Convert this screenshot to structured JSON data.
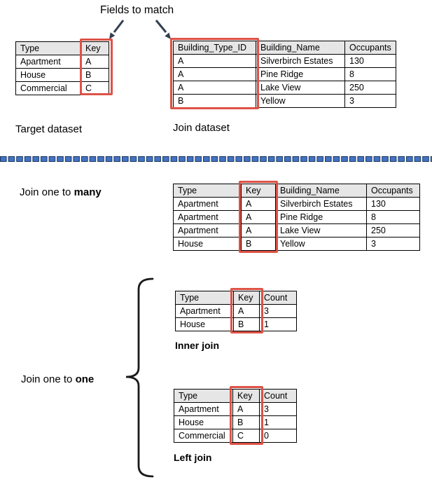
{
  "labels": {
    "fields_to_match": "Fields to match",
    "target_dataset": "Target dataset",
    "join_dataset": "Join dataset",
    "join_one_to_many_prefix": "Join one to ",
    "join_one_to_many_bold": "many",
    "join_one_to_one_prefix": "Join one to ",
    "join_one_to_one_bold": "one",
    "inner_join": "Inner join",
    "left_join": "Left join"
  },
  "tables": {
    "target": {
      "columns": [
        "Type",
        "Key"
      ],
      "rows": [
        [
          "Apartment",
          "A"
        ],
        [
          "House",
          "B"
        ],
        [
          "Commercial",
          "C"
        ]
      ],
      "highlighted_column": "Key"
    },
    "join": {
      "columns": [
        "Building_Type_ID",
        "Building_Name",
        "Occupants"
      ],
      "rows": [
        [
          "A",
          "Silverbirch Estates",
          "130"
        ],
        [
          "A",
          "Pine Ridge",
          "8"
        ],
        [
          "A",
          "Lake View",
          "250"
        ],
        [
          "B",
          "Yellow",
          "3"
        ]
      ],
      "highlighted_column": "Building_Type_ID"
    },
    "one_to_many": {
      "columns": [
        "Type",
        "Key",
        "Building_Name",
        "Occupants"
      ],
      "rows": [
        [
          "Apartment",
          "A",
          "Silverbirch Estates",
          "130"
        ],
        [
          "Apartment",
          "A",
          "Pine Ridge",
          "8"
        ],
        [
          "Apartment",
          "A",
          "Lake View",
          "250"
        ],
        [
          "House",
          "B",
          "Yellow",
          "3"
        ]
      ],
      "highlighted_column": "Key"
    },
    "inner_join": {
      "columns": [
        "Type",
        "Key",
        "Count"
      ],
      "rows": [
        [
          "Apartment",
          "A",
          "3"
        ],
        [
          "House",
          "B",
          "1"
        ]
      ],
      "highlighted_column": "Key"
    },
    "left_join": {
      "columns": [
        "Type",
        "Key",
        "Count"
      ],
      "rows": [
        [
          "Apartment",
          "A",
          "3"
        ],
        [
          "House",
          "B",
          "1"
        ],
        [
          "Commercial",
          "C",
          "0"
        ]
      ],
      "highlighted_column": "Key"
    }
  },
  "colors": {
    "highlight_border": "#DD5246",
    "table_header_bg": "#E7E6E6",
    "arrow": "#333F50",
    "divider_fill": "#4472C4",
    "divider_stroke": "#17375E"
  }
}
